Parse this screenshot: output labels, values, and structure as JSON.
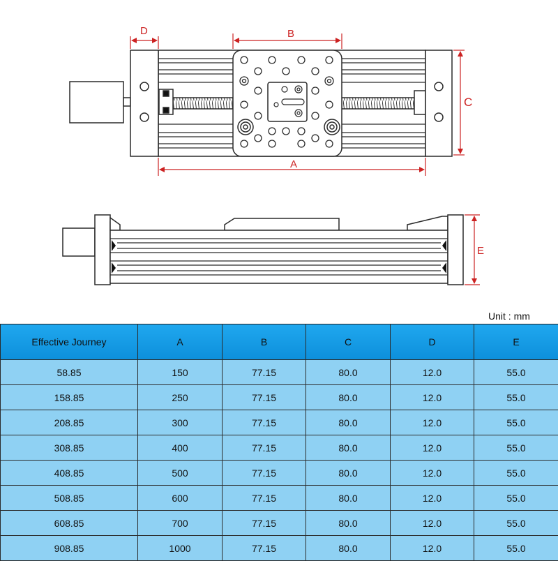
{
  "dimension_labels": {
    "a": "A",
    "b": "B",
    "c": "C",
    "d": "D",
    "e": "E"
  },
  "unit_label": "Unit   :  mm",
  "table": {
    "headers": [
      "Effective Journey",
      "A",
      "B",
      "C",
      "D",
      "E"
    ],
    "rows": [
      [
        "58.85",
        "150",
        "77.15",
        "80.0",
        "12.0",
        "55.0"
      ],
      [
        "158.85",
        "250",
        "77.15",
        "80.0",
        "12.0",
        "55.0"
      ],
      [
        "208.85",
        "300",
        "77.15",
        "80.0",
        "12.0",
        "55.0"
      ],
      [
        "308.85",
        "400",
        "77.15",
        "80.0",
        "12.0",
        "55.0"
      ],
      [
        "408.85",
        "500",
        "77.15",
        "80.0",
        "12.0",
        "55.0"
      ],
      [
        "508.85",
        "600",
        "77.15",
        "80.0",
        "12.0",
        "55.0"
      ],
      [
        "608.85",
        "700",
        "77.15",
        "80.0",
        "12.0",
        "55.0"
      ],
      [
        "908.85",
        "1000",
        "77.15",
        "80.0",
        "12.0",
        "55.0"
      ]
    ]
  },
  "colors": {
    "line": "#2a2a2a",
    "dimension": "#cc2222",
    "header_bg": "#1199e3",
    "row_bg": "#8fd1f3"
  }
}
